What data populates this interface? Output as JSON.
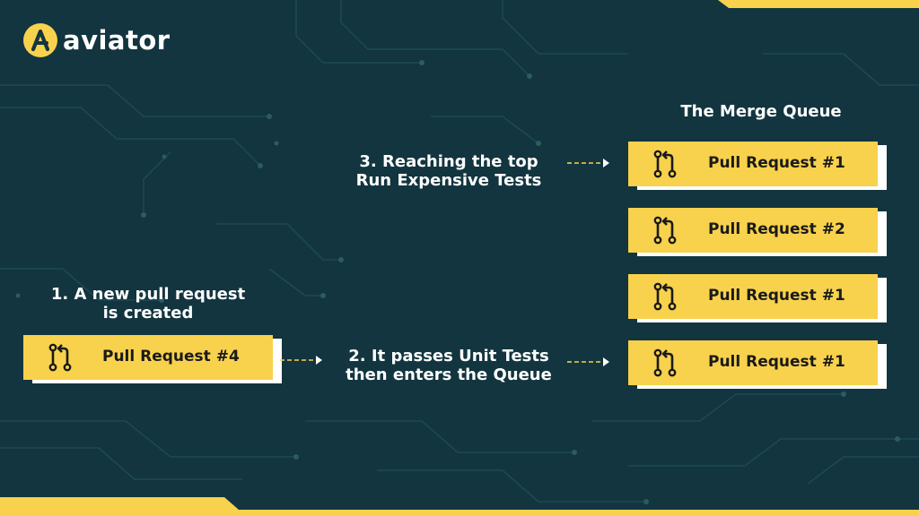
{
  "brand": {
    "name": "aviator",
    "logo_letter": "A"
  },
  "colors": {
    "background": "#12353f",
    "accent": "#f8d24c",
    "text": "#ffffff",
    "card_text": "#1a1a1a"
  },
  "queue": {
    "title": "The Merge Queue",
    "items": [
      {
        "label": "Pull Request #1"
      },
      {
        "label": "Pull Request #2"
      },
      {
        "label": "Pull Request #1"
      },
      {
        "label": "Pull Request #1"
      }
    ]
  },
  "steps": {
    "step1": {
      "line1": "1. A new pull request",
      "line2": "is created"
    },
    "step2": {
      "line1": "2. It passes Unit Tests",
      "line2": "then enters the Queue"
    },
    "step3": {
      "line1": "3. Reaching the top",
      "line2": "Run Expensive Tests"
    }
  },
  "new_pr": {
    "label": "Pull Request #4"
  },
  "icons": {
    "pull_request": "git-pull-request-icon",
    "arrow": "dashed-arrow-icon"
  }
}
